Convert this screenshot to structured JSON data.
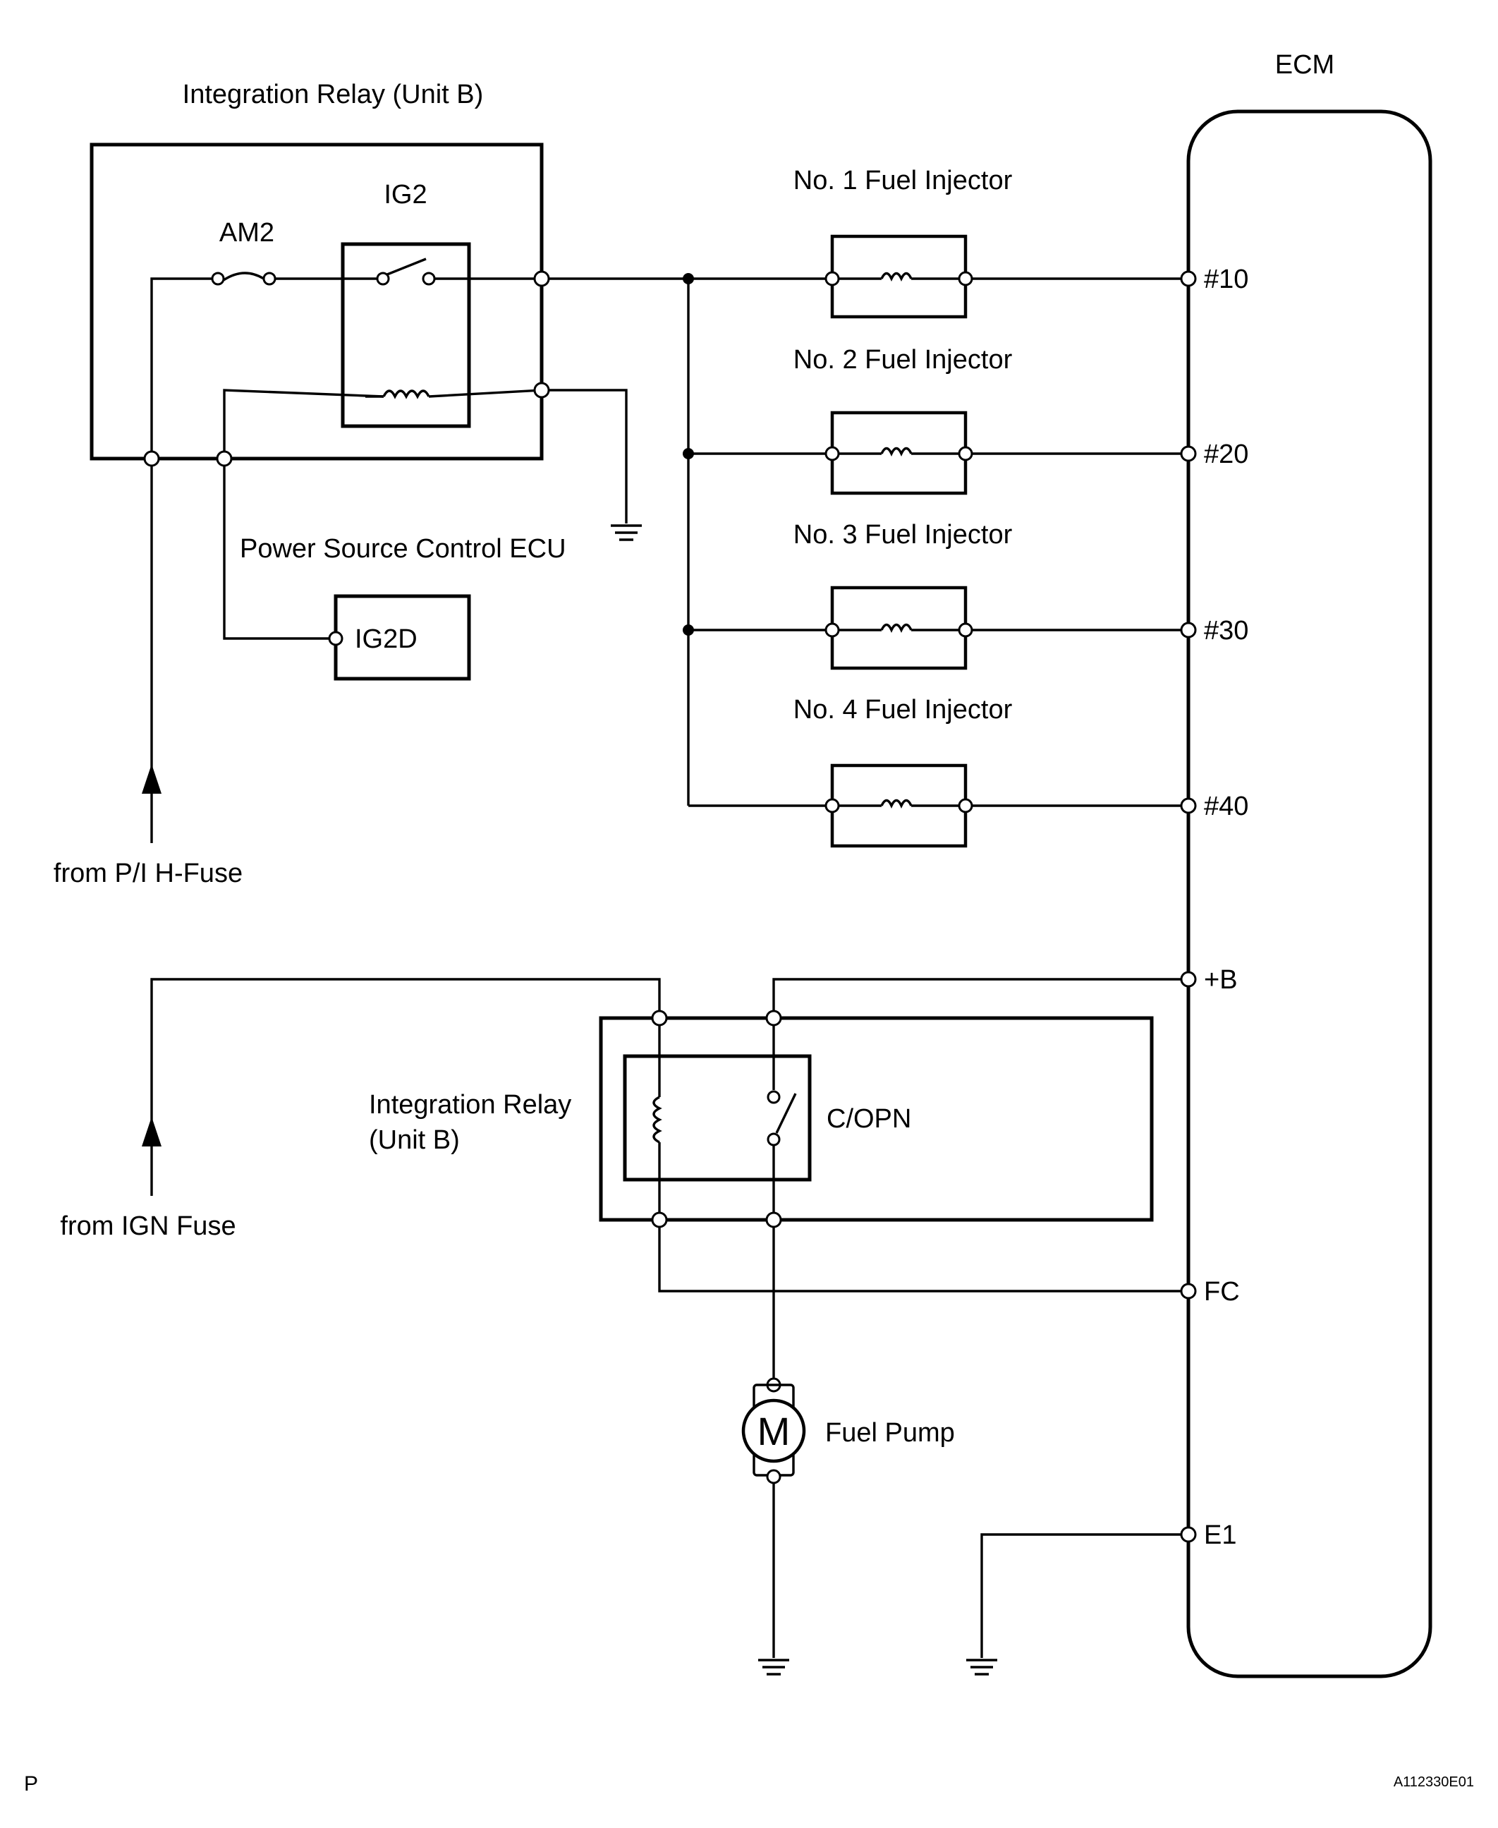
{
  "labels": {
    "ecm": "ECM",
    "relay_top_title": "Integration Relay (Unit B)",
    "ig2": "IG2",
    "am2": "AM2",
    "power_source_ecu": "Power Source Control ECU",
    "ig2d": "IG2D",
    "from_pi_hfuse": "from P/I H-Fuse",
    "relay_bottom_line1": "Integration Relay",
    "relay_bottom_line2": "(Unit B)",
    "c_opn": "C/OPN",
    "from_ign_fuse": "from IGN Fuse",
    "fuel_pump": "Fuel Pump",
    "motor_symbol": "M",
    "corner_left": "P",
    "corner_right": "A112330E01"
  },
  "injectors": [
    {
      "name": "No. 1 Fuel Injector",
      "terminal": "#10"
    },
    {
      "name": "No. 2 Fuel Injector",
      "terminal": "#20"
    },
    {
      "name": "No. 3 Fuel Injector",
      "terminal": "#30"
    },
    {
      "name": "No. 4 Fuel Injector",
      "terminal": "#40"
    }
  ],
  "ecm_terminals": {
    "plus_b": "+B",
    "fc": "FC",
    "e1": "E1"
  }
}
